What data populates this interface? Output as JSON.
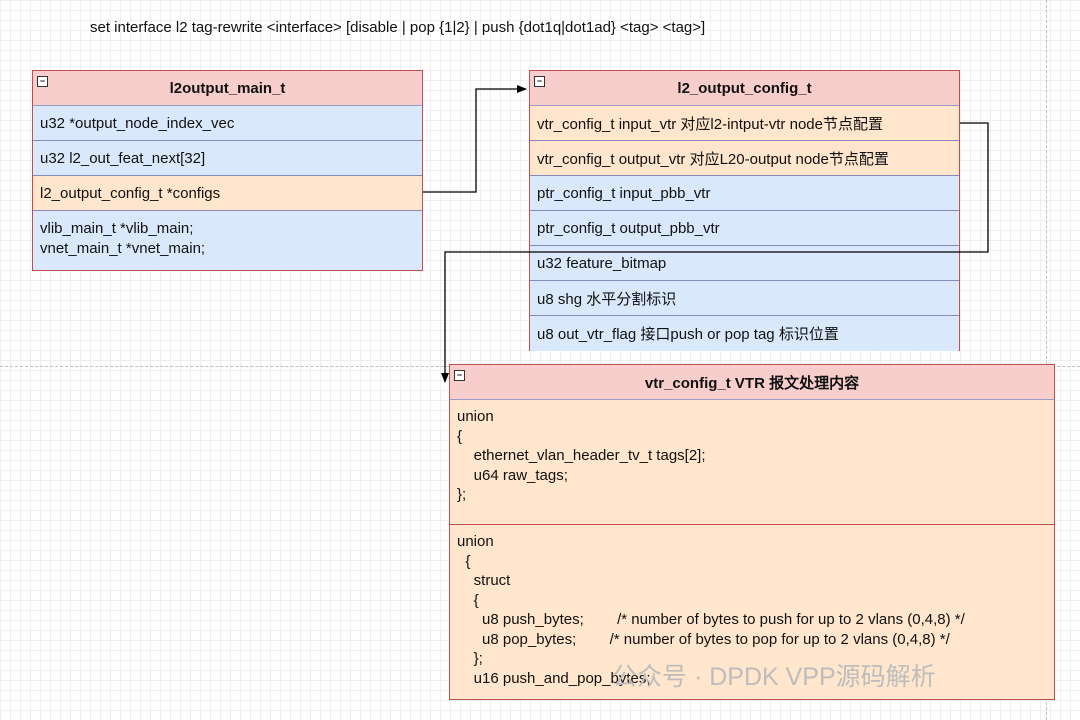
{
  "command": "set interface l2 tag-rewrite <interface> [disable | pop {1|2} | push {dot1q|dot1ad} <tag> <tag>]",
  "collapse_glyph": "−",
  "l2output_main": {
    "title": "l2output_main_t",
    "fields": [
      "u32 *output_node_index_vec",
      "u32 l2_out_feat_next[32]",
      "l2_output_config_t *configs"
    ],
    "last_field_lines": [
      "vlib_main_t *vlib_main;",
      "vnet_main_t *vnet_main;"
    ]
  },
  "l2_output_config": {
    "title": "l2_output_config_t",
    "fields": [
      "vtr_config_t input_vtr  对应l2-intput-vtr node节点配置",
      "vtr_config_t output_vtr 对应L20-output node节点配置",
      "ptr_config_t input_pbb_vtr",
      "ptr_config_t output_pbb_vtr",
      "u32 feature_bitmap",
      "u8  shg 水平分割标识",
      "u8 out_vtr_flag  接口push or pop tag 标识位置"
    ]
  },
  "vtr_config": {
    "title": "vtr_config_t  VTR 报文处理内容",
    "section1": "union\n{\n    ethernet_vlan_header_tv_t tags[2];\n    u64 raw_tags;\n};",
    "section2": "union\n  {\n    struct\n    {\n      u8 push_bytes;        /* number of bytes to push for up to 2 vlans (0,4,8) */\n      u8 pop_bytes;        /* number of bytes to pop for up to 2 vlans (0,4,8) */\n    };\n    u16 push_and_pop_bytes;"
  },
  "watermark": "公众号 · DPDK VPP源码解析",
  "colors": {
    "header_fill": "#f8cecc",
    "blue_fill": "#dae8fc",
    "orange_fill": "#ffe6cc",
    "border": "#c0504d"
  }
}
